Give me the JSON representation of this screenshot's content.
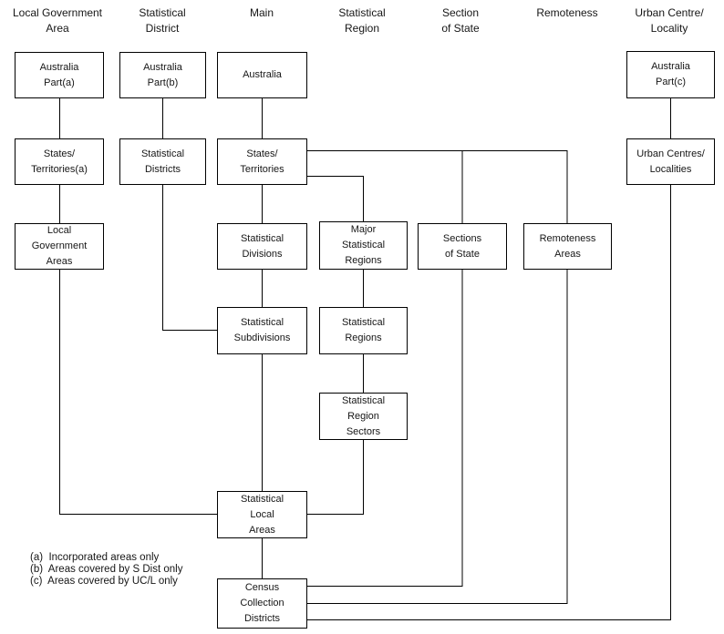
{
  "page": {
    "background_color": "#ffffff",
    "line_color": "#000000",
    "text_color": "#161616"
  },
  "headers": {
    "local_government_area": "Local Government\nArea",
    "statistical_district": "Statistical\nDistrict",
    "main": "Main",
    "statistical_region": "Statistical\nRegion",
    "section_of_state": "Section\nof State",
    "remoteness": "Remoteness",
    "urban_centre_locality": "Urban Centre/\nLocality"
  },
  "boxes": {
    "australia_part_a": "Australia\nPart(a)",
    "australia_part_b": "Australia\nPart(b)",
    "australia": "Australia",
    "australia_part_c": "Australia\nPart(c)",
    "states_territories_a": "States/\nTerritories(a)",
    "statistical_districts": "Statistical\nDistricts",
    "states_territories": "States/\nTerritories",
    "urban_centres_localities": "Urban Centres/\nLocalities",
    "local_government_areas": "Local\nGovernment\nAreas",
    "statistical_divisions": "Statistical\nDivisions",
    "major_statistical_regions": "Major\nStatistical\nRegions",
    "sections_of_state": "Sections\nof State",
    "remoteness_areas": "Remoteness\nAreas",
    "statistical_subdivisions": "Statistical\nSubdivisions",
    "statistical_regions": "Statistical\nRegions",
    "statistical_region_sectors": "Statistical\nRegion\nSectors",
    "statistical_local_areas": "Statistical\nLocal\nAreas",
    "census_collection_districts": "Census\nCollection\nDistricts"
  },
  "footnotes": [
    "(a)  Incorporated areas only",
    "(b)  Areas covered by S Dist only",
    "(c)  Areas covered by UC/L only"
  ]
}
